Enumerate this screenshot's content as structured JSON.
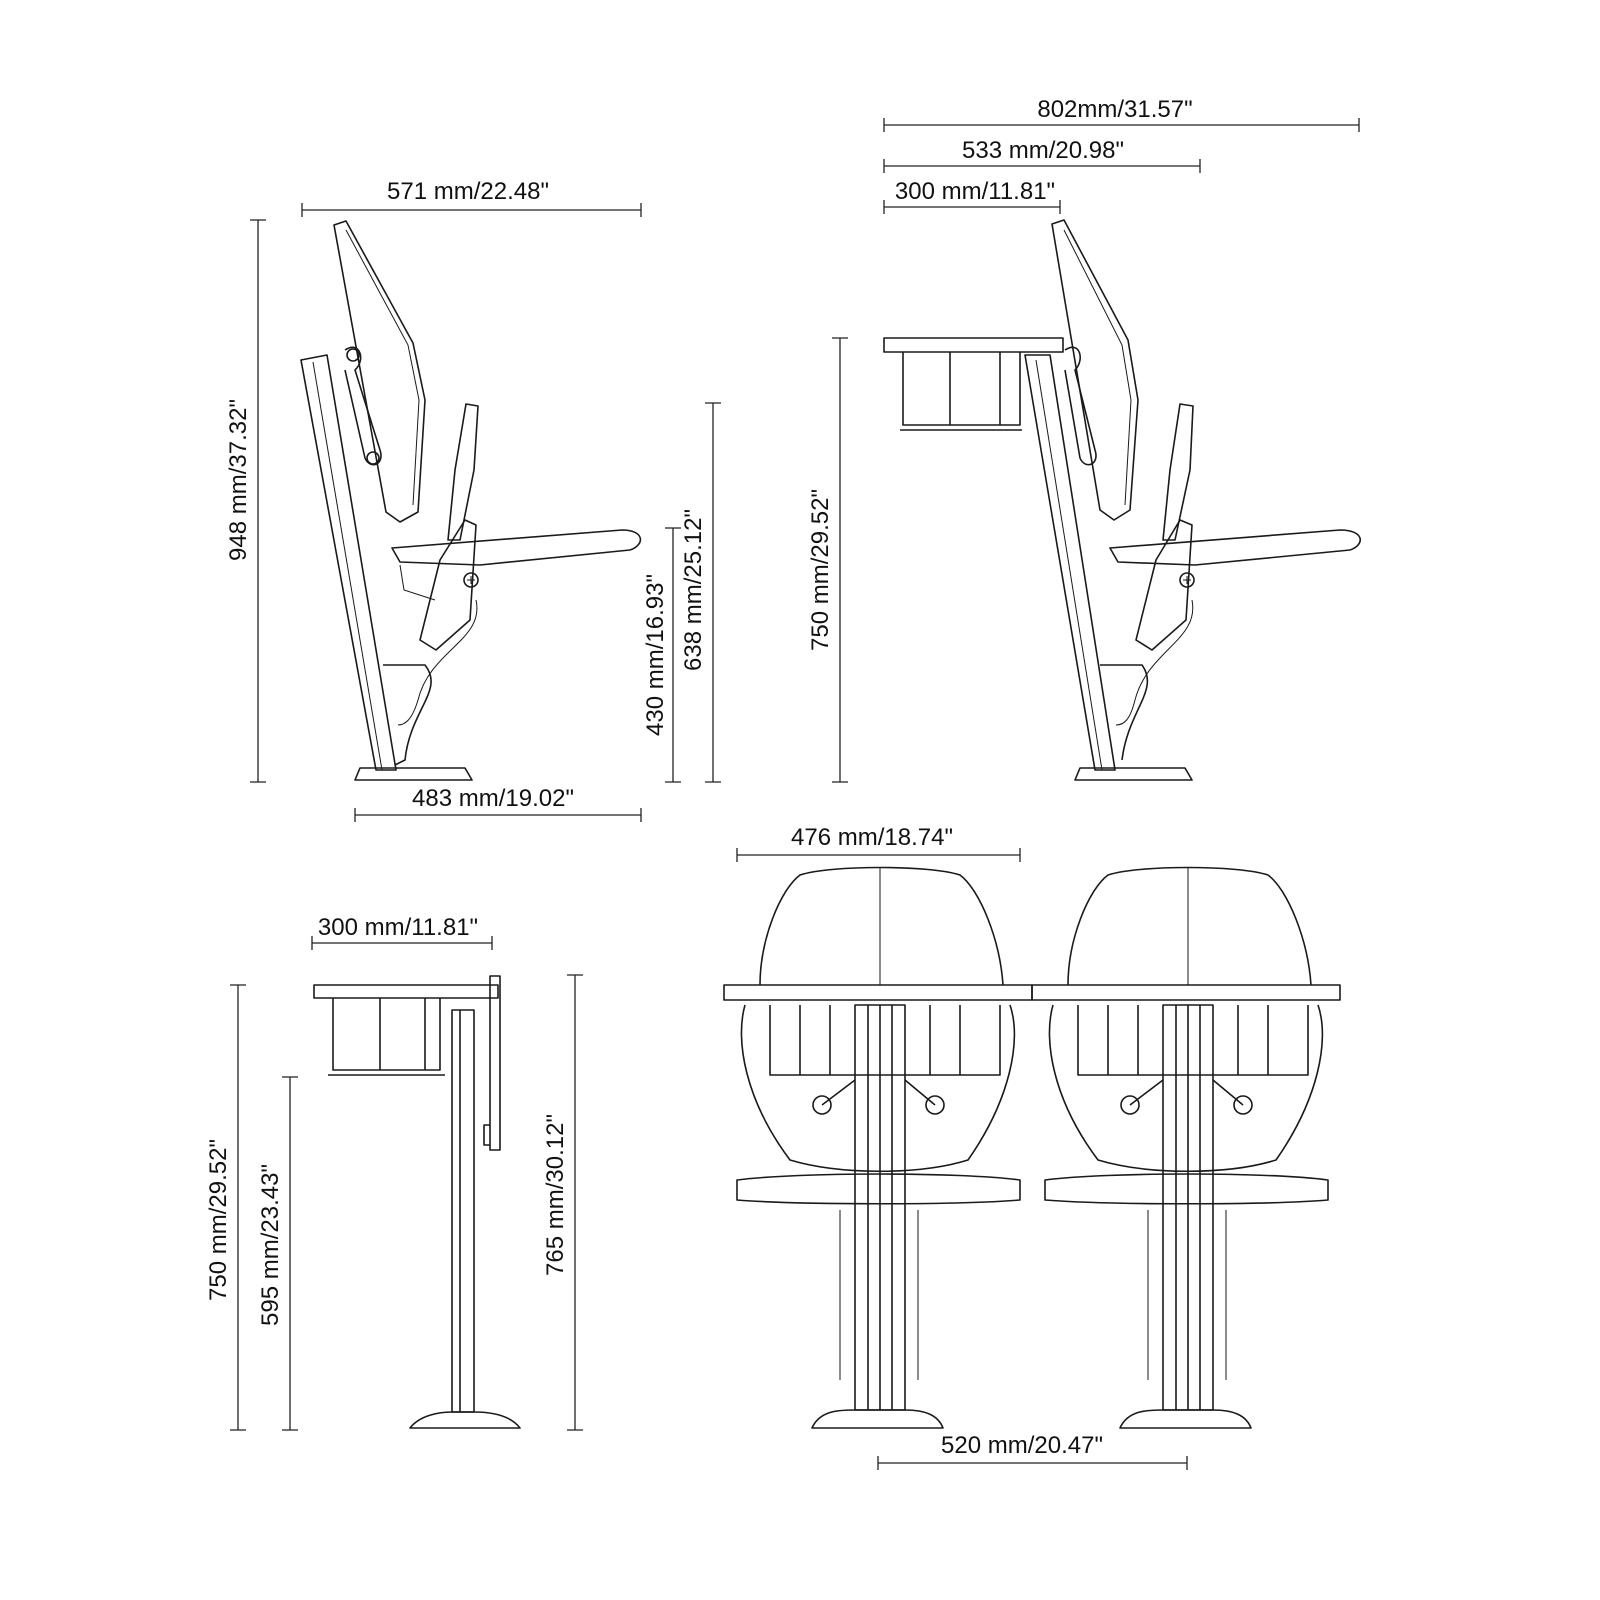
{
  "title": "Auditorium chair with writing tablet - dimension drawing",
  "views": {
    "side_view": {
      "overall_depth": "571 mm/22.48\"",
      "overall_height": "948 mm/37.32\"",
      "base_depth": "483 mm/19.02\"",
      "seat_height": "430 mm/16.93\"",
      "armrest_height": "638 mm/25.12\""
    },
    "side_view_with_tablet": {
      "overall_depth": "802mm/31.57\"",
      "tablet_to_seat": "533 mm/20.98\"",
      "tablet_depth": "300 mm/11.81\"",
      "tablet_height": "750 mm/29.52\""
    },
    "tablet_side_view": {
      "tablet_depth": "300 mm/11.81\"",
      "tablet_height": "750 mm/29.52\"",
      "basket_height": "595 mm/23.43\"",
      "column_height": "765 mm/30.12\""
    },
    "rear_view": {
      "back_width": "476 mm/18.74\"",
      "center_spacing": "520 mm/20.47\""
    }
  }
}
